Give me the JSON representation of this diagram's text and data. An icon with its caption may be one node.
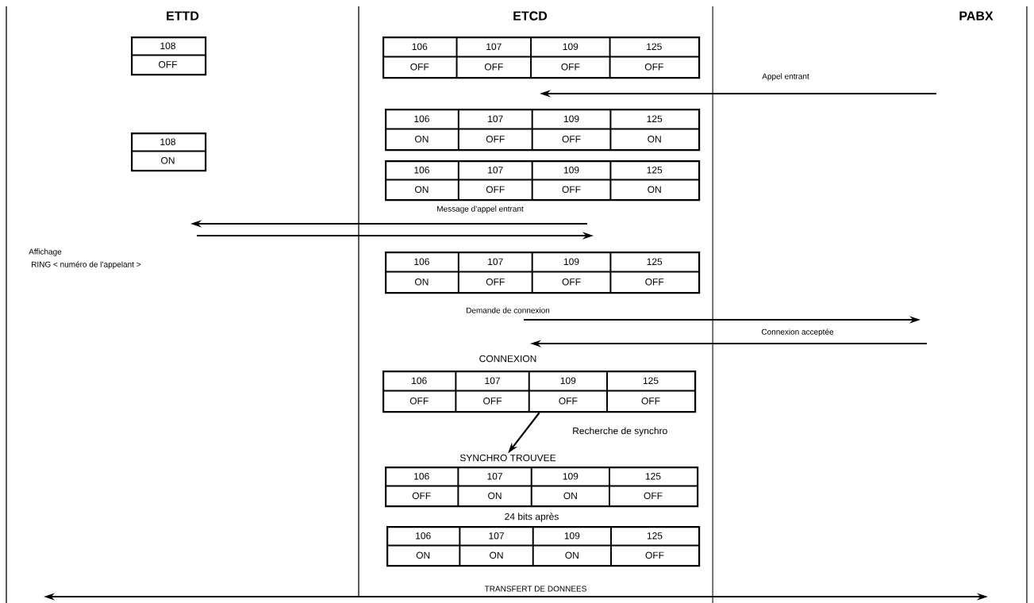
{
  "diagram": {
    "nodes": [
      {
        "text": [
          "108",
          "OFF"
        ]
      },
      {
        "text": [
          "106",
          "107",
          "109",
          "125",
          "OFF",
          "OFF",
          "OFF",
          "OFF"
        ]
      },
      {
        "text": [
          "106",
          "107",
          "109",
          "125",
          "ON",
          "OFF",
          "OFF",
          "ON"
        ]
      },
      {
        "text": [
          "108",
          "ON"
        ]
      },
      {
        "text": [
          "106",
          "107",
          "109",
          "125",
          "ON",
          "OFF",
          "OFF",
          "ON"
        ]
      },
      {
        "text": [
          "106",
          "107",
          "109",
          "125",
          "ON",
          "OFF",
          "OFF",
          "OFF"
        ]
      },
      {
        "text": [
          "106",
          "107",
          "109",
          "125",
          "OFF",
          "OFF",
          "OFF",
          "OFF"
        ],
        "beside": [
          "CONNEXION"
        ]
      },
      {
        "text": [
          "SYNCHRO TROUVEE"
        ]
      },
      {
        "text": [
          "106",
          "107",
          "109",
          "125",
          "OFF",
          "ON",
          "ON",
          "OFF"
        ]
      },
      {
        "text": [
          "106",
          "107",
          "109",
          "125",
          "ON",
          "ON",
          "ON",
          "OFF"
        ],
        "beside": [
          "24 bits après"
        ]
      }
    ],
    "edges": [
      {
        "from": 6,
        "to": 7,
        "arrow": "to",
        "label": "Recherche de synchro"
      }
    ],
    "labels": [
      "ETTD",
      "ETCD",
      "PABX",
      "Appel entrant",
      "Message d’appel entrant",
      "Affichage",
      "RING < numéro de l’appelant >",
      "Demande de connexion",
      "Connexion acceptée",
      "TRANSFERT DE DONNEES"
    ]
  }
}
